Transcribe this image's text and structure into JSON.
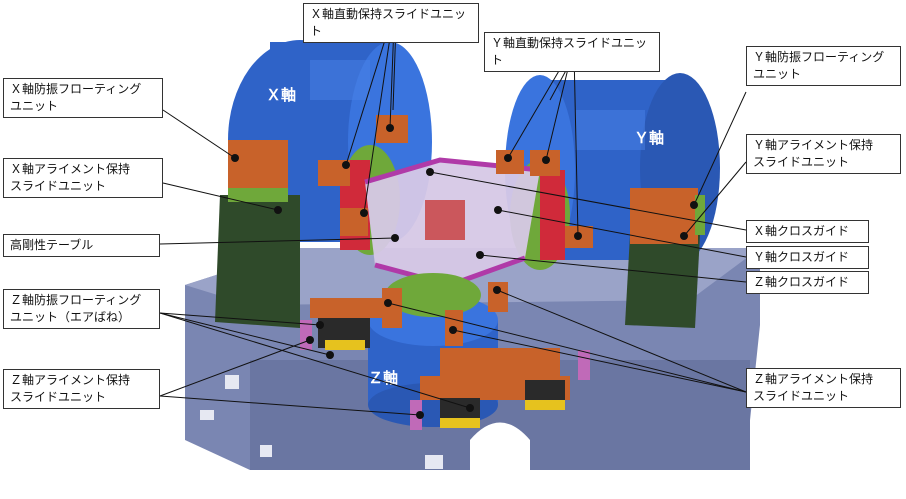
{
  "diagram": {
    "labels": {
      "x_linear_slide": "Ｘ軸直動保持スライドユニット",
      "y_linear_slide": "Ｙ軸直動保持スライドユニット",
      "x_floating": "Ｘ軸防振フローティング\nユニット",
      "x_alignment": "Ｘ軸アライメント保持\nスライドユニット",
      "rigid_table": "高剛性テーブル",
      "z_floating": "Ｚ軸防振フローティング\nユニット（エアばね）",
      "z_alignment_left": "Ｚ軸アライメント保持\nスライドユニット",
      "y_floating": "Ｙ軸防振フローティング\nユニット",
      "y_alignment": "Ｙ軸アライメント保持\nスライドユニット",
      "x_cross_guide": "Ｘ軸クロスガイド",
      "y_cross_guide": "Ｙ軸クロスガイド",
      "z_cross_guide": "Ｚ軸クロスガイド",
      "z_alignment_right": "Ｚ軸アライメント保持\nスライドユニット"
    },
    "axis_marks": {
      "x": "Ｘ軸",
      "y": "Ｙ軸",
      "z": "Ｚ軸"
    },
    "colors": {
      "shaker_blue": "#2f63c8",
      "base_gray": "#7a86b2",
      "pillar_green": "#2f4a2a",
      "block_orange": "#c8622a",
      "ring_green": "#6fa83a",
      "accent_magenta": "#b03aa8",
      "cube_lilac": "#d6c8e6",
      "pad_yellow": "#e6c21e"
    }
  }
}
